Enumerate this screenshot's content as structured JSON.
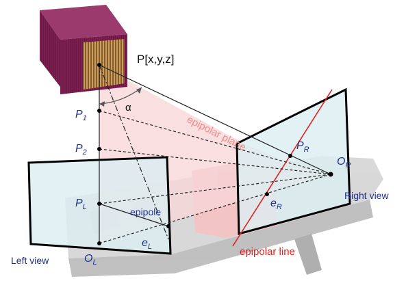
{
  "labels": {
    "point": "P[x,y,z]",
    "epipolar_plane": "epipolar plane",
    "alpha": "α",
    "p1": "P",
    "p1_sub": "1",
    "p2": "P",
    "p2_sub": "2",
    "pl": "P",
    "pl_sub": "L",
    "pr": "P",
    "pr_sub": "R",
    "ol": "O",
    "ol_sub": "L",
    "or": "O",
    "or_sub": "R",
    "el": "e",
    "el_sub": "L",
    "er": "e",
    "er_sub": "R",
    "epipole": "epipole",
    "left_view": "Left view",
    "right_view": "Right view",
    "epipolar_line": "epipolar line"
  },
  "colors": {
    "text_blue": "#1f2f8f",
    "epipolar_red": "#e02020",
    "plane_pink": "#f9d6d8",
    "view_fill": "#dceef2",
    "box_purple": "#7a1f4f"
  }
}
